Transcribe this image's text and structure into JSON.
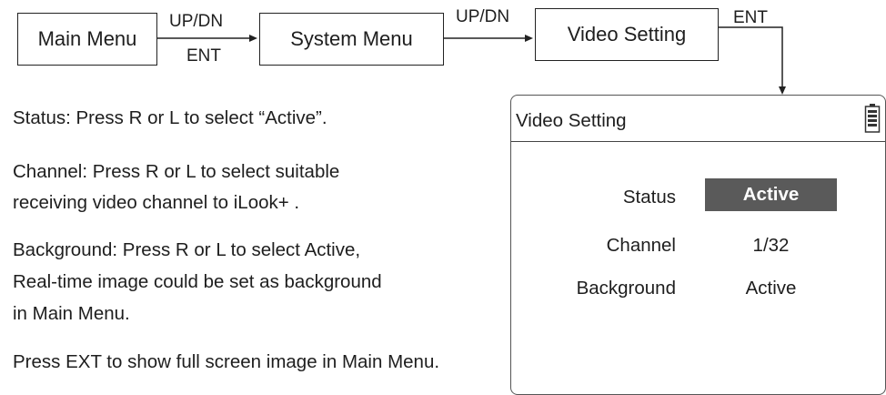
{
  "flow": {
    "main_menu": "Main Menu",
    "system_menu": "System Menu",
    "video_setting": "Video Setting",
    "label_updn_1": "UP/DN",
    "label_ent_1": "ENT",
    "label_updn_2": "UP/DN",
    "label_ent_2": "ENT"
  },
  "instructions": {
    "status": "Status: Press R or L to select “Active”.",
    "channel_1": "Channel: Press R or L to select suitable",
    "channel_2": "receiving video channel to iLook+ .",
    "background_1": "Background: Press R or L to select Active,",
    "background_2": "Real-time image could be set as background",
    "background_3": "in Main Menu.",
    "ext": "Press EXT to show full screen image in Main Menu."
  },
  "panel": {
    "title": "Video Setting",
    "battery_icon": "battery-icon",
    "rows": [
      {
        "label": "Status",
        "value": "Active",
        "selected": true
      },
      {
        "label": "Channel",
        "value": "1/32",
        "selected": false
      },
      {
        "label": "Background",
        "value": "Active",
        "selected": false
      }
    ]
  }
}
